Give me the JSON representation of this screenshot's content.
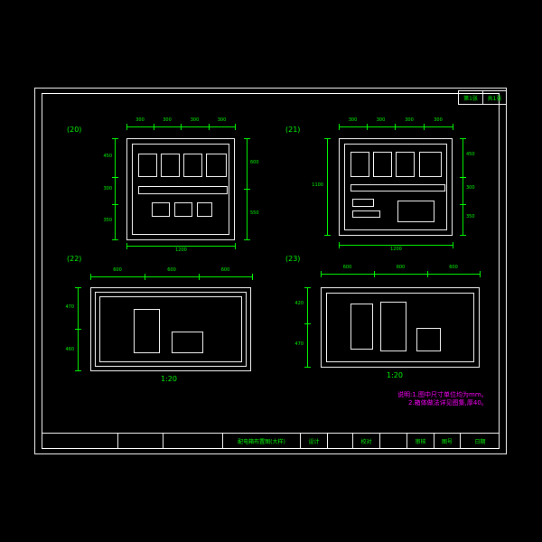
{
  "colors": {
    "background": "#000000",
    "line": "#ffffff",
    "dimension": "#00ff00",
    "note": "#ff00ff"
  },
  "corner_table": {
    "left": "第1张",
    "right": "共1张"
  },
  "panels": [
    {
      "label": "(20)",
      "dims_top": [
        "300",
        "300",
        "300",
        "300"
      ],
      "dims_left": [
        "450",
        "300",
        "350"
      ],
      "dims_right": [
        "600",
        "550"
      ],
      "dim_bottom": "1200"
    },
    {
      "label": "(21)",
      "dims_top": [
        "300",
        "300",
        "300",
        "300"
      ],
      "dims_left": [
        "1100"
      ],
      "dims_right": [
        "450",
        "300",
        "350"
      ],
      "dim_bottom": "1200"
    },
    {
      "label": "(22)",
      "dims_top": [
        "600",
        "600",
        "600"
      ],
      "dims_left": [
        "470",
        "460"
      ],
      "scale": "1:20"
    },
    {
      "label": "(23)",
      "dims_top": [
        "600",
        "600",
        "600"
      ],
      "dims_left": [
        "420",
        "470"
      ],
      "scale": "1:20"
    }
  ],
  "notes": {
    "line1": "说明:1.图中尺寸单位均为mm。",
    "line2": "2.箱体做法详见图集,厚40。"
  },
  "title_block": {
    "title": "配电箱布置图(大样)",
    "labels": {
      "design": "设计",
      "check": "校对",
      "review": "审核",
      "drawing_no": "图号",
      "date": "日期"
    }
  }
}
